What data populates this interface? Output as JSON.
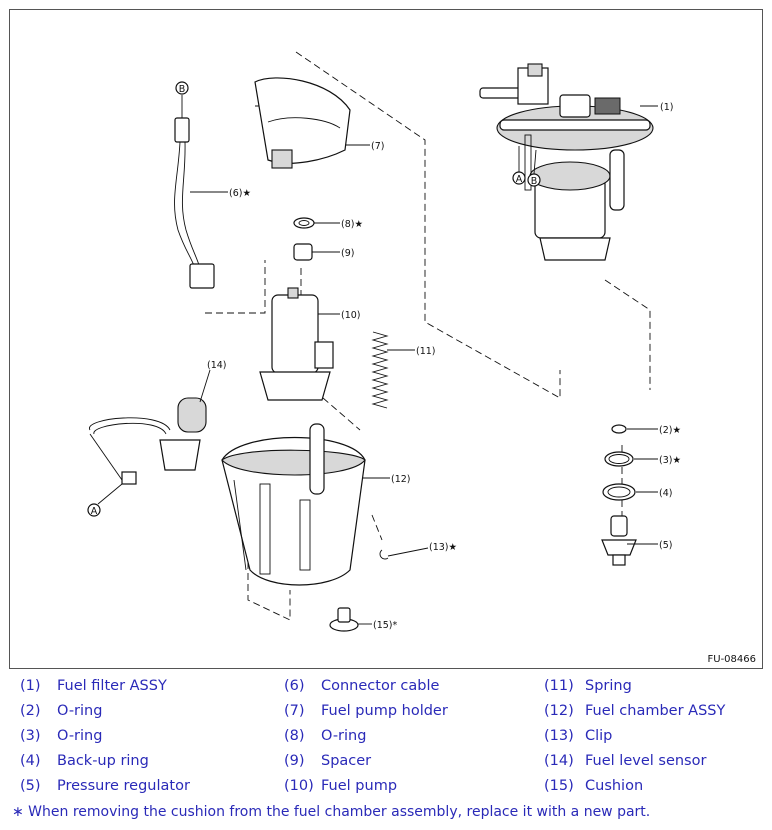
{
  "figure": {
    "id": "FU-08466",
    "callouts": {
      "c1": "(1)",
      "c2": "(2)★",
      "c3": "(3)★",
      "c4": "(4)",
      "c5": "(5)",
      "c6": "(6)★",
      "c7": "(7)",
      "c8": "(8)★",
      "c9": "(9)",
      "c10": "(10)",
      "c11": "(11)",
      "c12": "(12)",
      "c13": "(13)★",
      "c14": "(14)",
      "c15": "(15)*",
      "connA": "A",
      "connB": "B"
    }
  },
  "legend": {
    "rows": [
      [
        {
          "num": "(1)",
          "name": "Fuel filter ASSY"
        },
        {
          "num": "(6)",
          "name": "Connector cable"
        },
        {
          "num": "(11)",
          "name": "Spring"
        }
      ],
      [
        {
          "num": "(2)",
          "name": "O-ring"
        },
        {
          "num": "(7)",
          "name": "Fuel pump holder"
        },
        {
          "num": "(12)",
          "name": "Fuel chamber ASSY"
        }
      ],
      [
        {
          "num": "(3)",
          "name": "O-ring"
        },
        {
          "num": "(8)",
          "name": "O-ring"
        },
        {
          "num": "(13)",
          "name": "Clip"
        }
      ],
      [
        {
          "num": "(4)",
          "name": "Back-up ring"
        },
        {
          "num": "(9)",
          "name": "Spacer"
        },
        {
          "num": "(14)",
          "name": "Fuel level sensor"
        }
      ],
      [
        {
          "num": "(5)",
          "name": "Pressure regulator"
        },
        {
          "num": "(10)",
          "name": "Fuel pump"
        },
        {
          "num": "(15)",
          "name": "Cushion"
        }
      ]
    ],
    "footnote": "∗ When removing the cushion from the fuel chamber assembly, replace it with a new part."
  }
}
